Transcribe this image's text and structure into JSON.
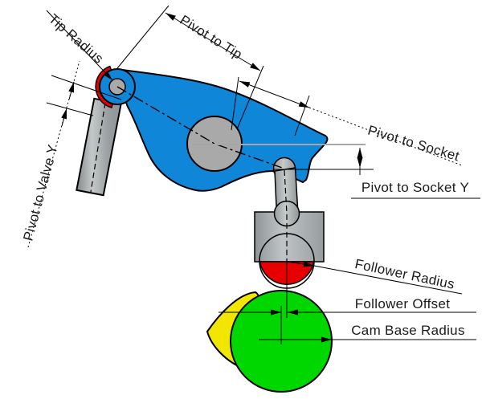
{
  "labels": {
    "tip_radius": "Tip Radius",
    "pivot_to_tip": "Pivot to Tip",
    "pivot_to_socket": "Pivot to Socket",
    "pivot_to_socket_y": "Pivot to Socket Y",
    "pivot_to_valve_y": "Pivot to Valve Y",
    "follower_radius": "Follower Radius",
    "follower_offset": "Follower Offset",
    "cam_base_radius": "Cam Base Radius"
  },
  "colors": {
    "rocker_blue": "#0f86d8",
    "highlight_red": "#e60000",
    "cam_green": "#00d600",
    "lobe_yellow": "#f2e600",
    "metal_gray": "#a9a9a9"
  }
}
